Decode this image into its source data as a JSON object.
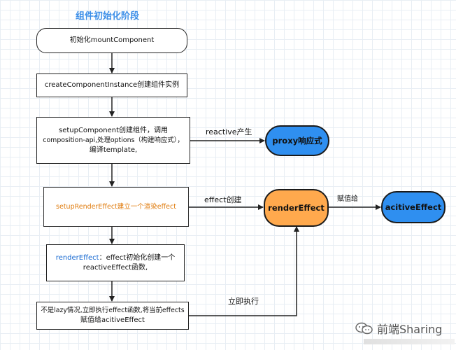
{
  "title": "组件初始化阶段",
  "nodes": {
    "mount": "初始化mountComponent",
    "create": "createComponentInstance创建组件实例",
    "setup_l1": "setupComponent创建组件，调用",
    "setup_l2": "composition-api,处理options（构建响应式），",
    "setup_l3": "编译template,",
    "proxy": "proxy响应式",
    "setup_render": "setupRenderEffect建立一个渲染effect",
    "render_effect": "renderEffect",
    "active_effect": "acitiveEffect",
    "re_prefix": "renderEffect",
    "re_rest": "：effect初始化创建一个",
    "re_l2": "reactiveEffect函数,",
    "lazy_l1": "不是lazy情况,立即执行effect函数,将当前effects",
    "lazy_l2": "赋值给acitiveEffect"
  },
  "edge_labels": {
    "reactive": "reactive产生",
    "effect_create": "effect创建",
    "assign": "赋值给",
    "execute": "立即执行"
  },
  "watermark": "前端Sharing",
  "colors": {
    "title": "#3d8fe8",
    "blue_pill": "#2f8ff0",
    "orange_pill": "#ffa94d",
    "orange_text": "#e07d10"
  }
}
